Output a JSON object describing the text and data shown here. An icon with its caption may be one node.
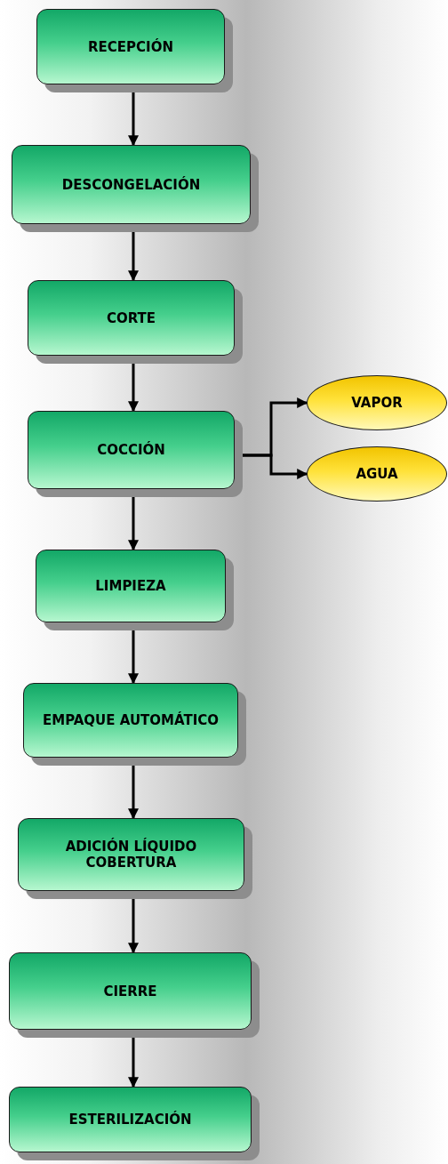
{
  "diagram": {
    "nodes": [
      {
        "text": [
          "RECEPCIÓN"
        ]
      },
      {
        "text": [
          "DESCONGELACIÓN"
        ]
      },
      {
        "text": [
          "CORTE"
        ]
      },
      {
        "text": [
          "COCCIÓN"
        ]
      },
      {
        "text": [
          "LIMPIEZA"
        ]
      },
      {
        "text": [
          "EMPAQUE AUTOMÁTICO"
        ]
      },
      {
        "text": [
          "ADICIÓN LÍQUIDO COBERTURA"
        ]
      },
      {
        "text": [
          "CIERRE"
        ]
      },
      {
        "text": [
          "ESTERILIZACIÓN"
        ]
      },
      {
        "text": [
          "VAPOR"
        ]
      },
      {
        "text": [
          "AGUA"
        ]
      }
    ],
    "edges": [
      {
        "from": 0,
        "to": 1,
        "arrow": "to"
      },
      {
        "from": 1,
        "to": 2,
        "arrow": "to"
      },
      {
        "from": 2,
        "to": 3,
        "arrow": "to"
      },
      {
        "from": 3,
        "to": 4,
        "arrow": "to"
      },
      {
        "from": 4,
        "to": 5,
        "arrow": "to"
      },
      {
        "from": 5,
        "to": 6,
        "arrow": "to"
      },
      {
        "from": 6,
        "to": 7,
        "arrow": "to"
      },
      {
        "from": 7,
        "to": 8,
        "arrow": "to"
      },
      {
        "from": 3,
        "to": 9,
        "arrow": "to"
      },
      {
        "from": 3,
        "to": 10,
        "arrow": "to"
      }
    ]
  }
}
